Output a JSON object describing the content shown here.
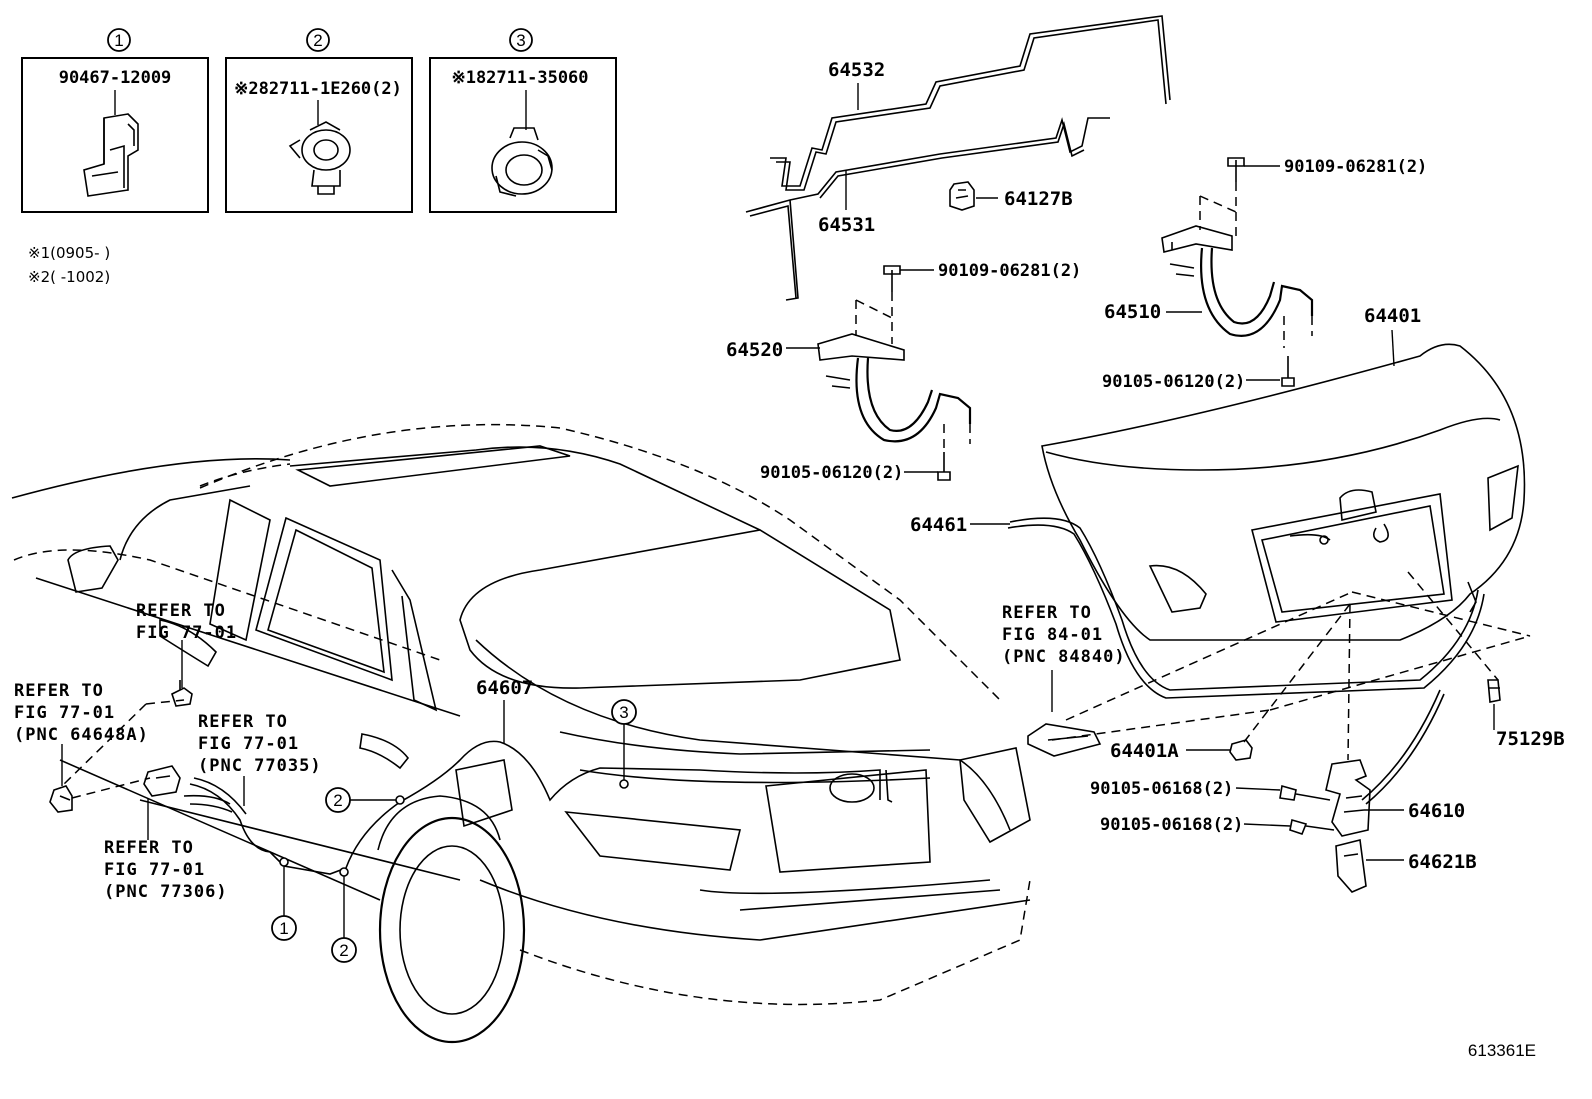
{
  "insets": [
    {
      "num": "1",
      "part": "90467-12009"
    },
    {
      "num": "2",
      "part": "※282711-1E260(2)"
    },
    {
      "num": "3",
      "part": "※182711-35060"
    }
  ],
  "notes": [
    "※1(0905-     )",
    "※2(     -1002)"
  ],
  "parts": {
    "p64532": "64532",
    "p64531": "64531",
    "p64127B": "64127B",
    "bolt_a": "90109-06281(2)",
    "bolt_b": "90109-06281(2)",
    "p64520": "64520",
    "p64510": "64510",
    "p64401": "64401",
    "bolt_c": "90105-06120(2)",
    "bolt_d": "90105-06120(2)",
    "p64461": "64461",
    "p64607": "64607",
    "p64401A": "64401A",
    "p75129B": "75129B",
    "bolt_e": "90105-06168(2)",
    "bolt_f": "90105-06168(2)",
    "p64610": "64610",
    "p64621B": "64621B"
  },
  "refs": {
    "r1": [
      "REFER TO",
      "FIG 77-01"
    ],
    "r2": [
      "REFER TO",
      "FIG 77-01",
      "(PNC 64648A)"
    ],
    "r3": [
      "REFER TO",
      "FIG 77-01",
      "(PNC 77035)"
    ],
    "r4": [
      "REFER TO",
      "FIG 77-01",
      "(PNC 77306)"
    ],
    "r5": [
      "REFER TO",
      "FIG 84-01",
      "(PNC 84840)"
    ]
  },
  "callouts": {
    "c1": "1",
    "c2a": "2",
    "c2b": "2",
    "c3": "3"
  },
  "figure_number": "613361E"
}
